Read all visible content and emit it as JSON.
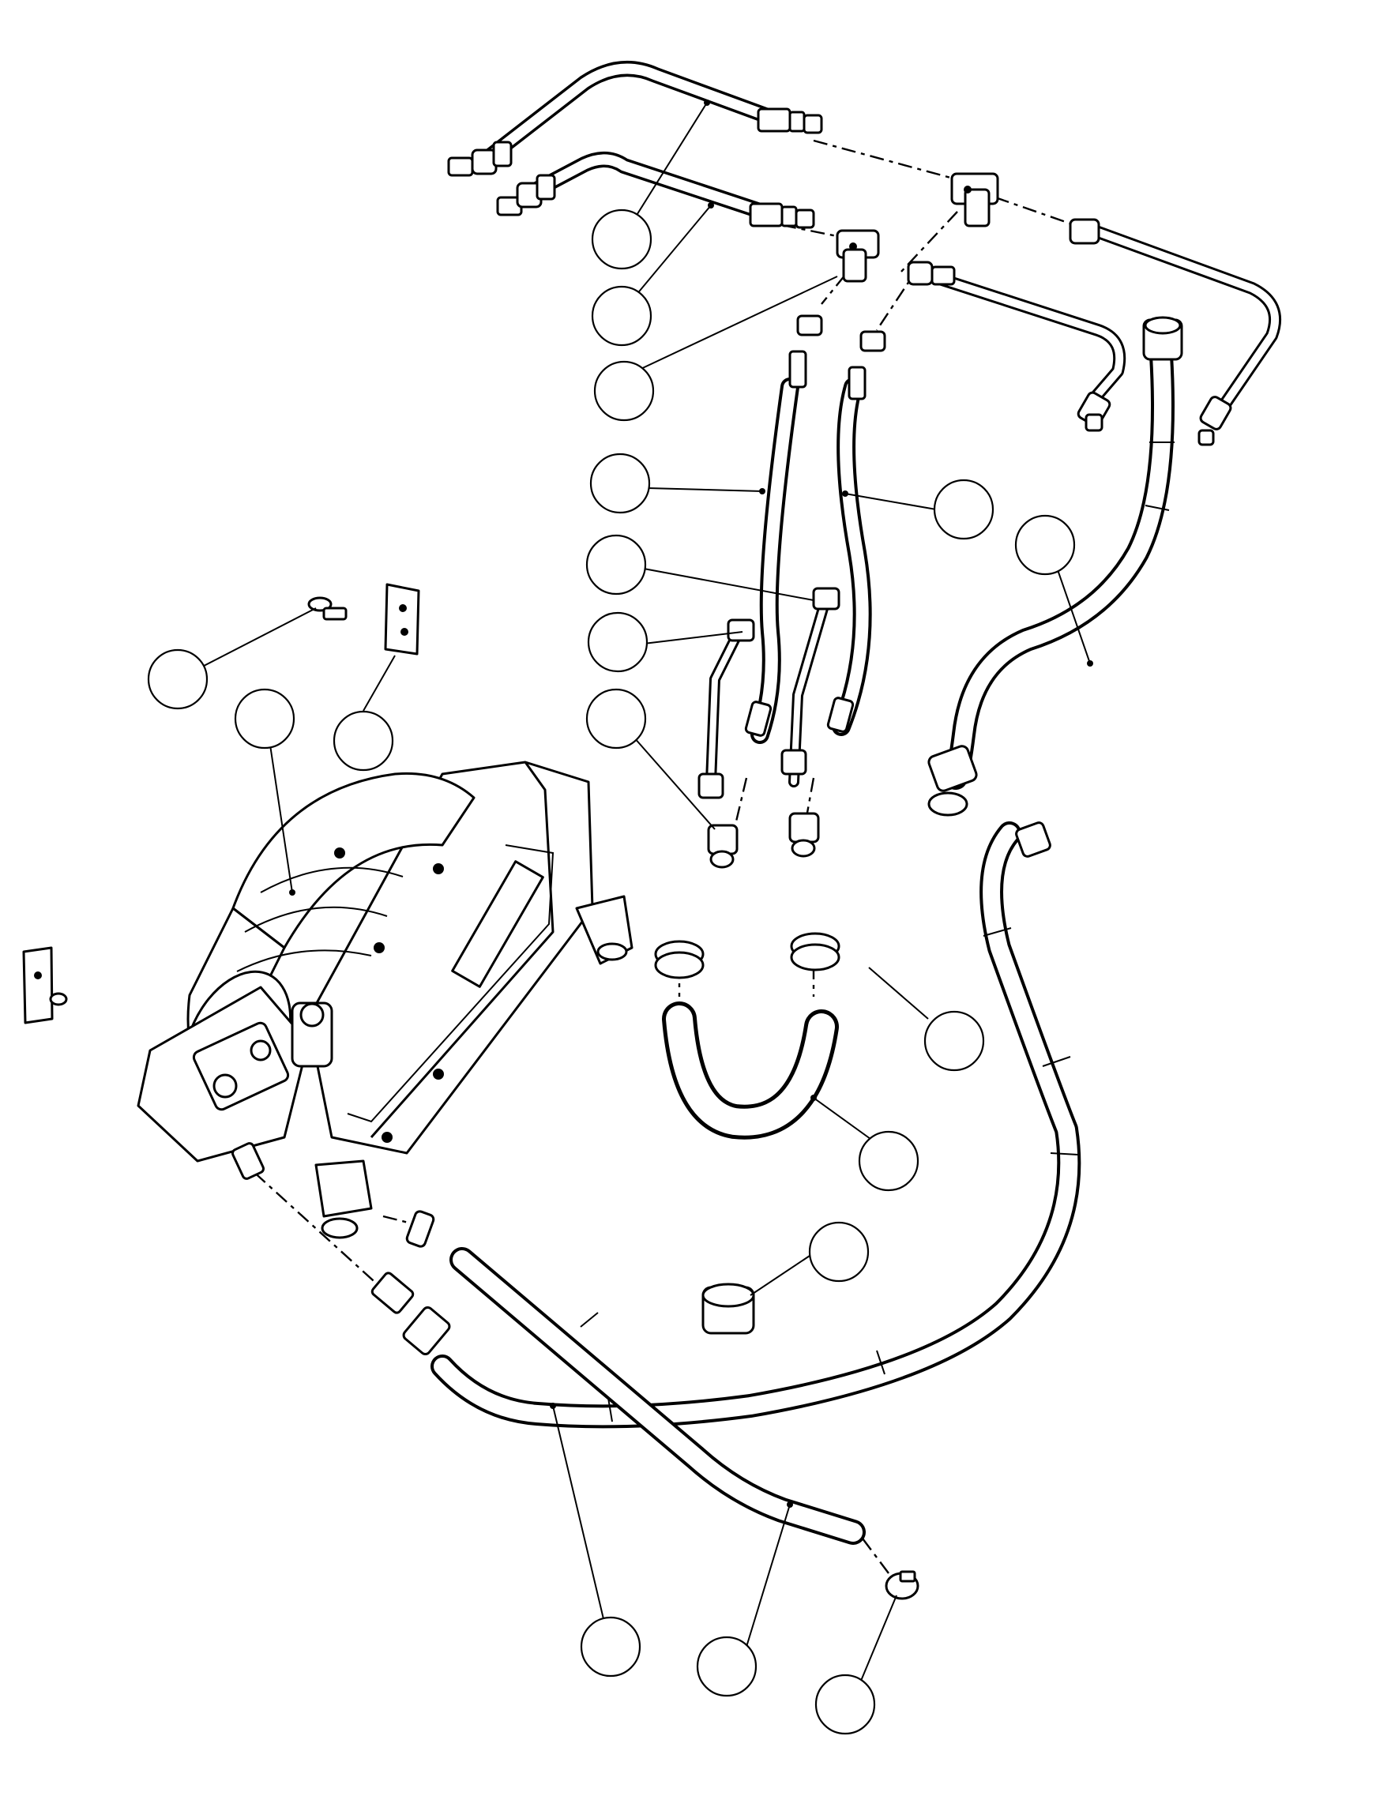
{
  "diagram": {
    "colors": {
      "ink": "#000000",
      "paper": "#ffffff"
    },
    "callouts": [
      {
        "id": "callout-1"
      },
      {
        "id": "callout-2"
      },
      {
        "id": "callout-3"
      },
      {
        "id": "callout-4"
      },
      {
        "id": "callout-5"
      },
      {
        "id": "callout-6"
      },
      {
        "id": "callout-7"
      },
      {
        "id": "callout-8"
      },
      {
        "id": "callout-9"
      },
      {
        "id": "callout-10"
      },
      {
        "id": "callout-11"
      },
      {
        "id": "callout-12"
      },
      {
        "id": "callout-13"
      },
      {
        "id": "callout-14"
      },
      {
        "id": "callout-15"
      },
      {
        "id": "callout-16"
      },
      {
        "id": "callout-17"
      },
      {
        "id": "callout-18"
      },
      {
        "id": "callout-19"
      }
    ]
  }
}
